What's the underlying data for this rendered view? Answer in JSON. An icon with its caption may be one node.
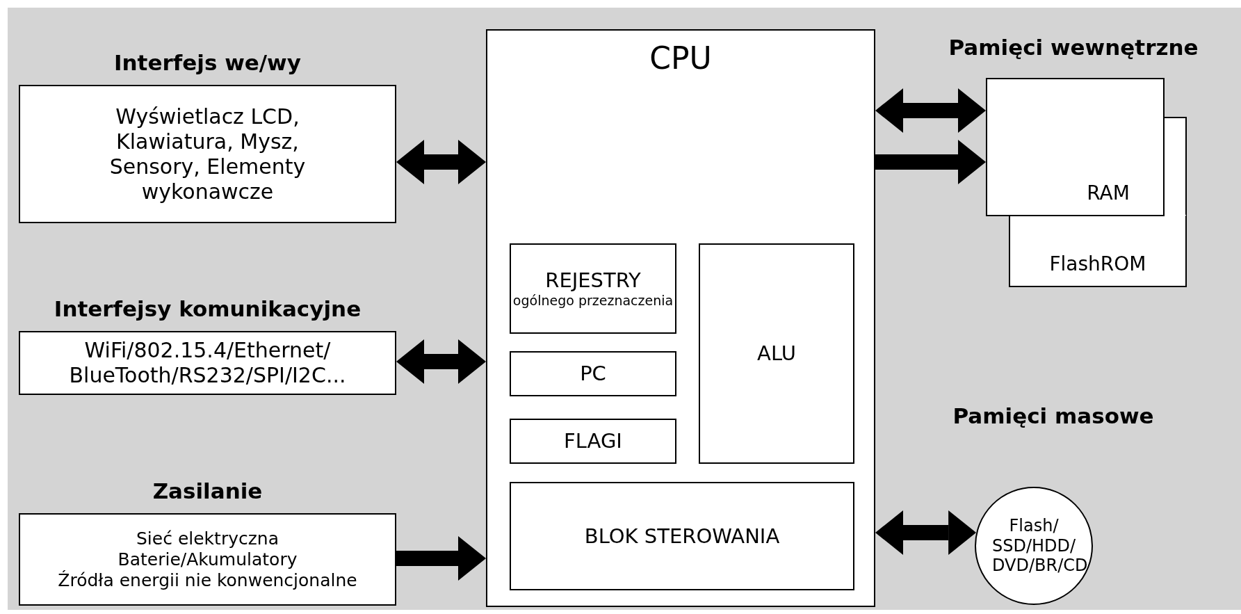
{
  "diagram": {
    "nodes": [
      {
        "text": [
          "Interfejs we/wy",
          "Wyświetlacz LCD, Klawiatura, Mysz, Sensory, Elementy wykonawcze"
        ]
      },
      {
        "text": [
          "Interfejsy komunikacyjne",
          "WiFi/802.15.4/Ethernet/ BlueTooth/RS232/SPI/I2C..."
        ]
      },
      {
        "text": [
          "Zasilanie",
          "Sieć elektryczna",
          "Baterie/Akumulatory",
          "Źródła energii nie konwencjonalne"
        ]
      },
      {
        "text": [
          "CPU"
        ]
      },
      {
        "text": [
          "REJESTRY",
          "ogólnego przeznaczenia"
        ],
        "in": 3
      },
      {
        "text": [
          "PC"
        ],
        "in": 3
      },
      {
        "text": [
          "FLAGI"
        ],
        "in": 3
      },
      {
        "text": [
          "ALU"
        ],
        "in": 3
      },
      {
        "text": [
          "BLOK STEROWANIA"
        ],
        "in": 3
      },
      {
        "text": [
          "RAM"
        ]
      },
      {
        "text": [
          "FlashROM"
        ]
      },
      {
        "text": [
          "Flash/ SSD/HDD/ DVD/BR/CD"
        ]
      }
    ],
    "edges": [
      {
        "from": 0,
        "to": 3,
        "arrow": "both"
      },
      {
        "from": 1,
        "to": 3,
        "arrow": "both"
      },
      {
        "from": 2,
        "to": 3,
        "arrow": "to"
      },
      {
        "from": 3,
        "to": 9,
        "arrow": "both"
      },
      {
        "from": 3,
        "to": 9,
        "arrow": "to"
      },
      {
        "from": 3,
        "to": 11,
        "arrow": "both"
      }
    ],
    "labels": [
      "Pamięci wewnętrzne",
      "Pamięci masowe"
    ]
  }
}
